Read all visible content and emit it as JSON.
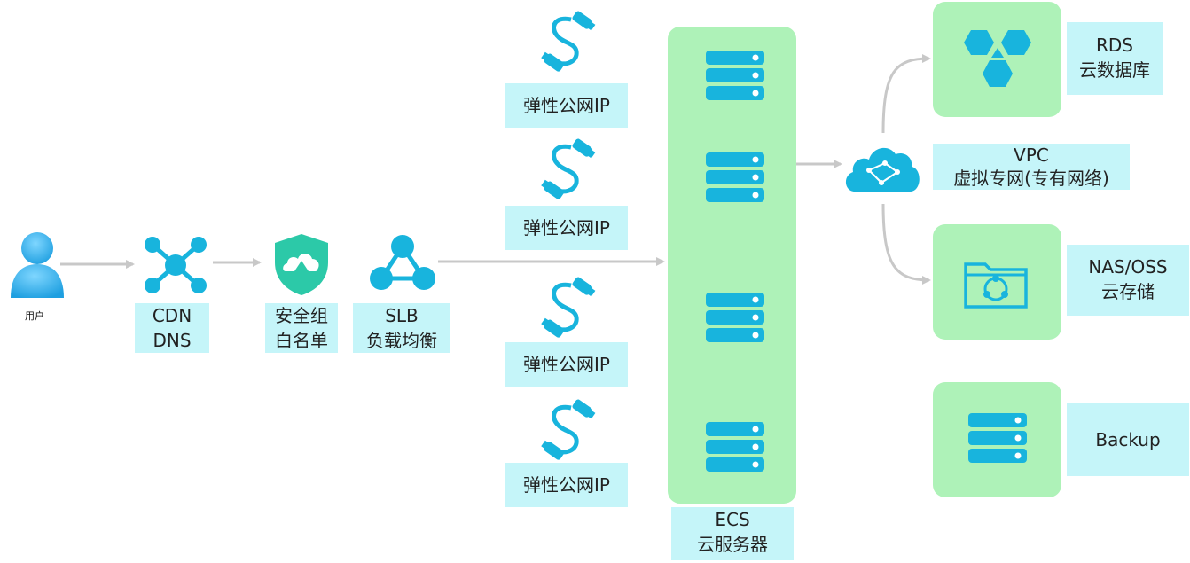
{
  "user": {
    "label": "用户"
  },
  "cdn": {
    "line1": "CDN",
    "line2": "DNS"
  },
  "security_group": {
    "line1": "安全组",
    "line2": "白名单"
  },
  "slb": {
    "line1": "SLB",
    "line2": "负载均衡"
  },
  "elastic_ips": [
    {
      "label": "弹性公网IP"
    },
    {
      "label": "弹性公网IP"
    },
    {
      "label": "弹性公网IP"
    },
    {
      "label": "弹性公网IP"
    }
  ],
  "ecs": {
    "line1": "ECS",
    "line2": "云服务器"
  },
  "vpc": {
    "line1": "VPC",
    "line2": "虚拟专网(专有网络)"
  },
  "rds": {
    "line1": "RDS",
    "line2": "云数据库"
  },
  "nas": {
    "line1": "NAS/OSS",
    "line2": "云存储"
  },
  "backup": {
    "label": "Backup"
  },
  "colors": {
    "icon_blue": "#18b4dd",
    "green_panel": "#aef2b8",
    "label_bg": "#c5f5f9",
    "arrow": "#c8c8c8",
    "shield": "#2cc9a8"
  }
}
